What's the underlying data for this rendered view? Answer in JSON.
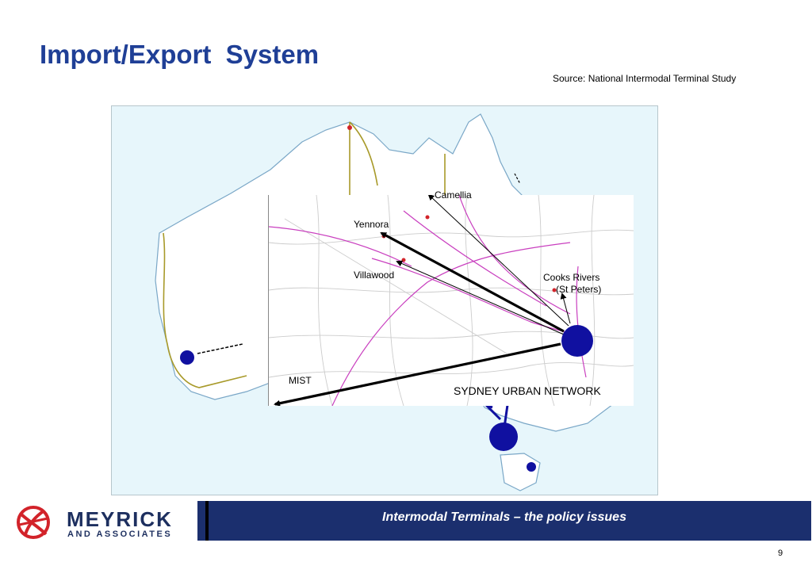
{
  "slide": {
    "title": "Import/Export  System",
    "source": "Source: National Intermodal Terminal Study",
    "page_number": "9"
  },
  "map": {
    "labels": {
      "camellia": "Camellia",
      "yennora": "Yennora",
      "villawood": "Villawood",
      "cooks_rivers_line1": "Cooks Rivers",
      "cooks_rivers_line2": "(St Peters)",
      "mist": "MIST",
      "inset_title": "SYDNEY URBAN NETWORK"
    },
    "colors": {
      "sea": "#e7f6fb",
      "coast": "#7aa7c7",
      "state_border": "#a89a2a",
      "rail": "#c93fbf",
      "hub": "#1010a0",
      "arrow": "#000000"
    }
  },
  "footer": {
    "title": "Intermodal Terminals – the policy issues"
  },
  "logo": {
    "name": "MEYRICK",
    "sub": "AND ASSOCIATES",
    "color": "#d2232a"
  }
}
